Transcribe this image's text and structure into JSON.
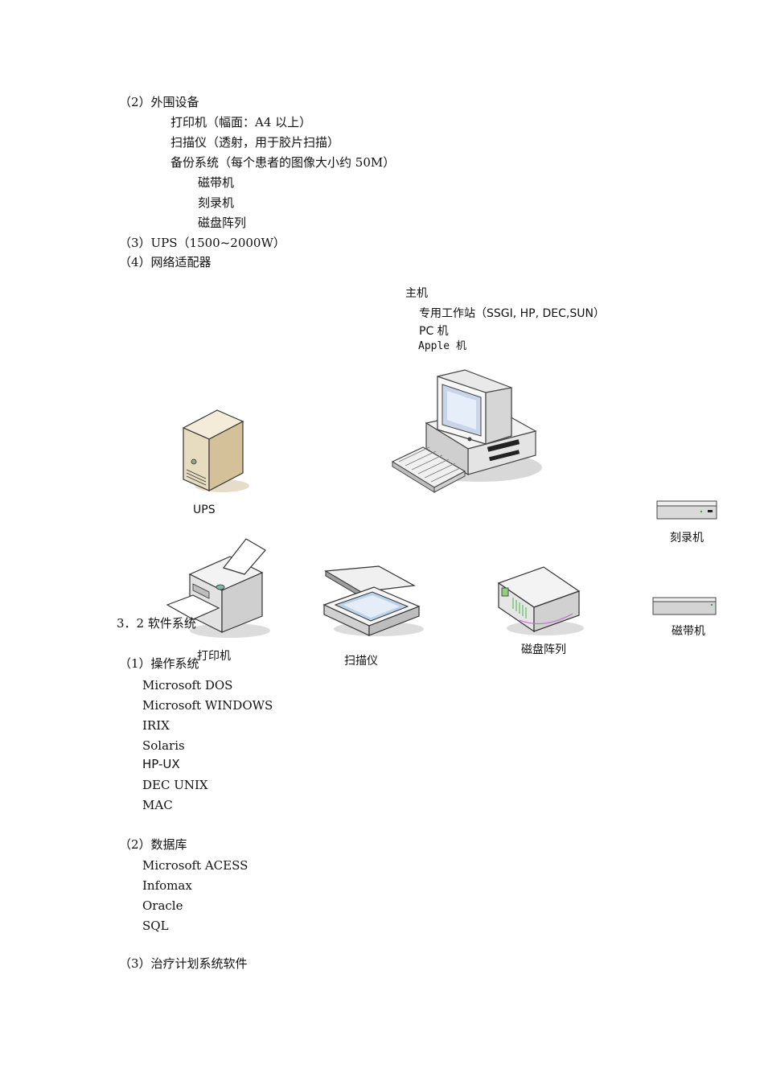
{
  "peripherals": {
    "heading": "（2）外围设备",
    "items": [
      "打印机（幅面：A4 以上）",
      "扫描仪（透射，用于胶片扫描）",
      "备份系统（每个患者的图像大小约 50M）"
    ],
    "backup_items": [
      "磁带机",
      "刻录机",
      "磁盘阵列"
    ],
    "ups": "（3）UPS（1500~2000W）",
    "network": "（4）网络适配器"
  },
  "diagram": {
    "host_title": "主机",
    "host_lines": [
      "专用工作站（SSGI, HP, DEC,SUN）",
      "PC 机",
      "Apple 机"
    ],
    "labels": {
      "ups": "UPS",
      "printer": "打印机",
      "scanner": "扫描仪",
      "disk_array": "磁盘阵列",
      "burner": "刻录机",
      "tape": "磁带机"
    }
  },
  "software": {
    "section": "3．2 软件系统",
    "os_heading": "（1）操作系统",
    "os_items": [
      "Microsoft DOS",
      "Microsoft WINDOWS",
      "IRIX",
      "Solaris",
      "HP-UX",
      "DEC UNIX",
      "MAC"
    ],
    "db_heading": "（2）数据库",
    "db_items": [
      "Microsoft ACESS",
      "Infomax",
      "Oracle",
      "SQL"
    ],
    "tps_heading": "（3）治疗计划系统软件"
  }
}
